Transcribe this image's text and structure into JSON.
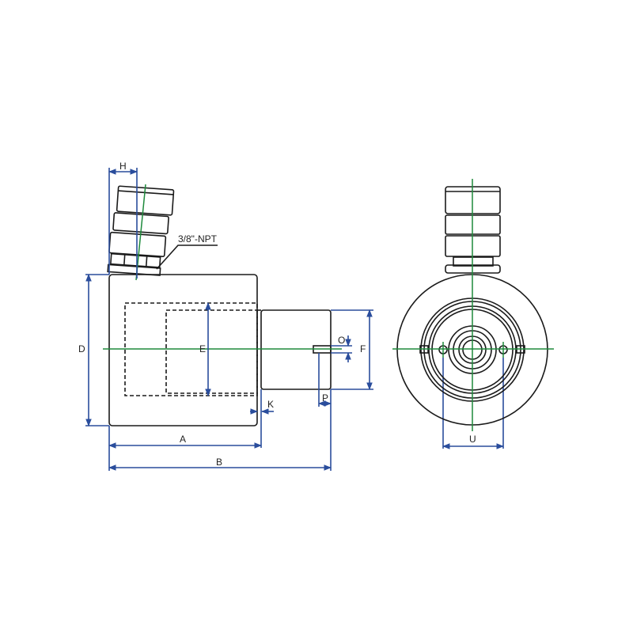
{
  "labels": {
    "H": "H",
    "npt": "3/8\"-NPT",
    "D": "D",
    "E": "E",
    "O": "O",
    "F": "F",
    "K": "K",
    "P": "P",
    "A": "A",
    "B": "B",
    "U": "U"
  },
  "colors": {
    "outline": "#1a1a1a",
    "centerline": "#1e8a3c",
    "dimension": "#2a4d9c"
  }
}
